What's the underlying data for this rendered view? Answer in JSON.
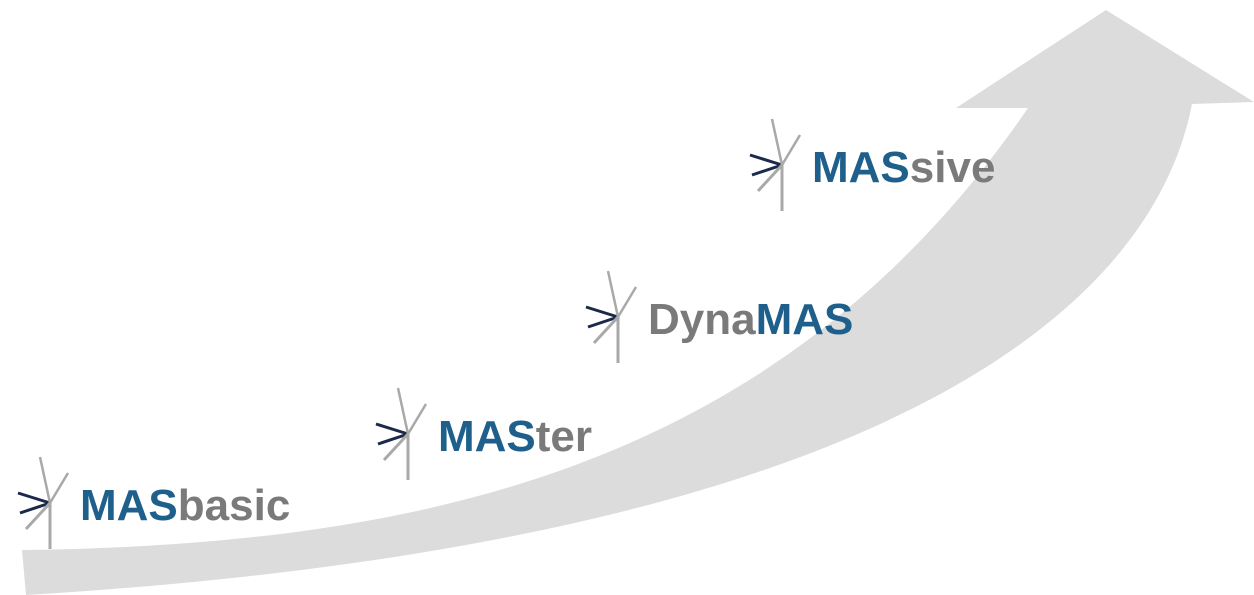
{
  "colors": {
    "arrow": "#dcdcdc",
    "brand_blue": "#1f5f8b",
    "brand_gray": "#7a7a7a",
    "mark_dark": "#1b2a4a",
    "mark_light": "#a9a9a9"
  },
  "icons": {
    "logo": "converging-arrows-logo-icon",
    "growth": "curved-growth-arrow-icon"
  },
  "stages": {
    "basic": {
      "part1": "MAS",
      "part2": "basic"
    },
    "master": {
      "part1": "MAS",
      "part2": "ter"
    },
    "dyna": {
      "part1": "Dyna",
      "part2": "MAS"
    },
    "massive": {
      "part1": "MAS",
      "part2": "sive"
    }
  }
}
